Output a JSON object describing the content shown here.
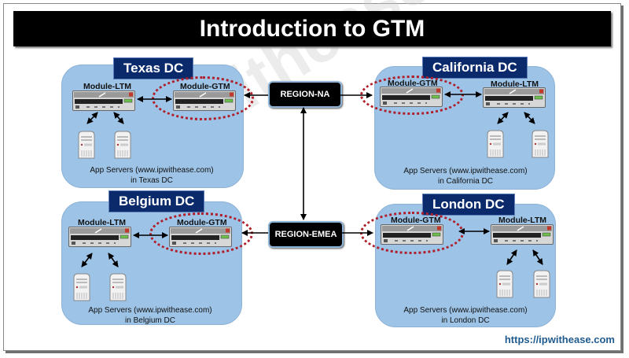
{
  "title": "Introduction to GTM",
  "watermark": "ipwithease.com",
  "footer_url": "https://ipwithease.com",
  "colors": {
    "dc_fill": "#9dc3e6",
    "dc_label_fill": "#0b2a6b",
    "highlight": "#b01e2a",
    "url": "#1f5b8f"
  },
  "regions": [
    {
      "label": "REGION-NA"
    },
    {
      "label": "REGION-EMEA"
    }
  ],
  "datacenters": [
    {
      "name": "Texas DC",
      "ltm_label": "Module-LTM",
      "gtm_label": "Module-GTM",
      "caption_line1": "App Servers (www.ipwithease.com)",
      "caption_line2": "in Texas DC"
    },
    {
      "name": "California DC",
      "ltm_label": "Module-LTM",
      "gtm_label": "Module-GTM",
      "caption_line1": "App Servers (www.ipwithease.com)",
      "caption_line2": "in California DC"
    },
    {
      "name": "Belgium DC",
      "ltm_label": "Module-LTM",
      "gtm_label": "Module-GTM",
      "caption_line1": "App Servers (www.ipwithease.com)",
      "caption_line2": "in Belgium DC"
    },
    {
      "name": "London DC",
      "ltm_label": "Module-LTM",
      "gtm_label": "Module-GTM",
      "caption_line1": "App Servers (www.ipwithease.com)",
      "caption_line2": "in London DC"
    }
  ],
  "icons": {
    "device": "f5-appliance-icon",
    "server": "server-tower-icon"
  }
}
